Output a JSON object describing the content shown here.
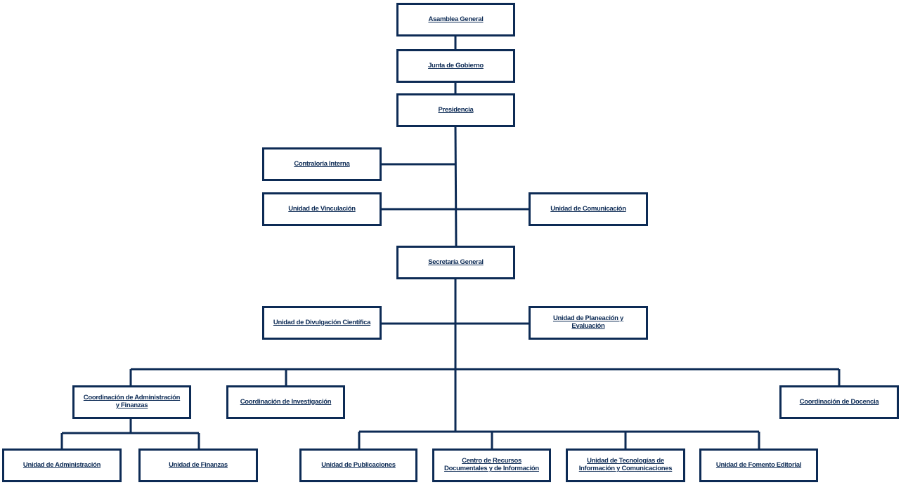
{
  "org_chart": {
    "nodes": {
      "asamblea_general": "Asamblea General",
      "junta_de_gobierno": "Junta de Gobierno",
      "presidencia": "Presidencia",
      "contraloria_interna": "Contraloría Interna",
      "unidad_de_vinculacion": "Unidad de Vinculación",
      "unidad_de_comunicacion": "Unidad de Comunicación",
      "secretaria_general": "Secretaría General",
      "unidad_de_divulgacion_cientifica": "Unidad de Divulgación Científica",
      "unidad_de_planeacion_y_evaluacion": "Unidad de Planeación y Evaluación",
      "coordinacion_de_administracion_y_finanzas": "Coordinación de Administración y Finanzas",
      "coordinacion_de_investigacion": "Coordinación de Investigación",
      "coordinacion_de_docencia": "Coordinación de Docencia",
      "unidad_de_administracion": "Unidad de Administración",
      "unidad_de_finanzas": "Unidad de Finanzas",
      "unidad_de_publicaciones": "Unidad de Publicaciones",
      "centro_de_recursos_documentales": "Centro de Recursos Documentales y de Información",
      "unidad_de_tecnologias": "Unidad de Tecnologías de Información y Comunicaciones",
      "unidad_de_fomento_editorial": "Unidad de Fomento Editorial"
    },
    "colors": {
      "line": "#0d2b55",
      "text": "#0d2b55",
      "background": "#ffffff"
    }
  }
}
